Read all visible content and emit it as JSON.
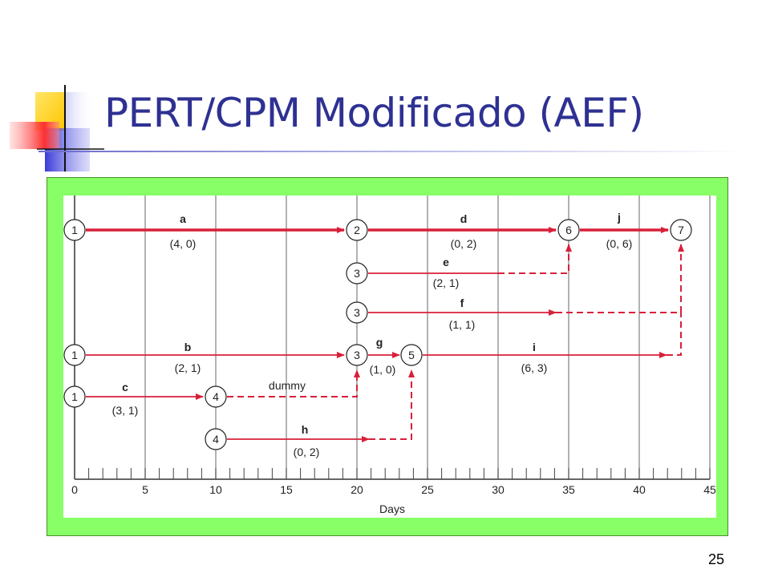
{
  "slide": {
    "title": "PERT/CPM Modificado (AEF)",
    "page_number": "25"
  },
  "colors": {
    "title": "#2e3192",
    "frame_green": "#88ff66",
    "arrow_red": "#d8203a",
    "grid": "#555555"
  },
  "diagram": {
    "axis": {
      "label": "Days",
      "ticks": [
        "0",
        "5",
        "10",
        "15",
        "20",
        "25",
        "30",
        "35",
        "40",
        "45"
      ],
      "min": 0,
      "max": 45
    },
    "activities": [
      {
        "name": "a",
        "times": "(4, 0)",
        "from_node": "1",
        "to_node": "2",
        "start": 0,
        "end": 20,
        "bold": true
      },
      {
        "name": "d",
        "times": "(0, 2)",
        "from_node": "2",
        "to_node": "6",
        "start": 20,
        "end": 35,
        "bold": true
      },
      {
        "name": "j",
        "times": "(0, 6)",
        "from_node": "6",
        "to_node": "7",
        "start": 35,
        "end": 43,
        "bold": true
      },
      {
        "name": "e",
        "times": "(2, 1)",
        "from_node": "3",
        "to_node": "",
        "start": 20,
        "end": 30
      },
      {
        "name": "f",
        "times": "(1, 1)",
        "from_node": "3",
        "to_node": "",
        "start": 20,
        "end": 34
      },
      {
        "name": "b",
        "times": "(2, 1)",
        "from_node": "1",
        "to_node": "3",
        "start": 0,
        "end": 20
      },
      {
        "name": "g",
        "times": "(1, 0)",
        "from_node": "3",
        "to_node": "5",
        "start": 20,
        "end": 24
      },
      {
        "name": "i",
        "times": "(6, 3)",
        "from_node": "5",
        "to_node": "",
        "start": 24,
        "end": 42
      },
      {
        "name": "c",
        "times": "(3, 1)",
        "from_node": "1",
        "to_node": "4",
        "start": 0,
        "end": 10
      },
      {
        "name": "h",
        "times": "(0, 2)",
        "from_node": "4",
        "to_node": "",
        "start": 10,
        "end": 20
      }
    ],
    "dummy_label": "dummy"
  }
}
